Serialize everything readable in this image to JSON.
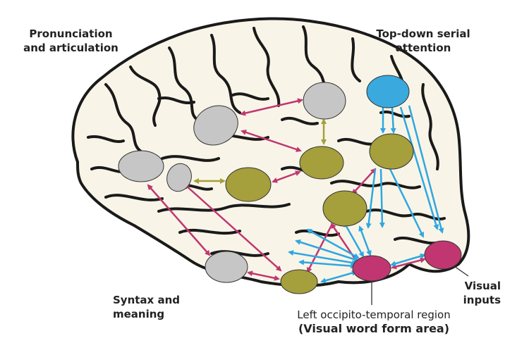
{
  "labels": {
    "pronunciation": [
      "Pronunciation",
      "and articulation"
    ],
    "topdown": [
      "Top-down serial",
      "attention"
    ],
    "syntax": [
      "Syntax and",
      "meaning"
    ],
    "visual_inputs": [
      "Visual",
      "inputs"
    ],
    "vwfa_region": "Left occipito-temporal region",
    "vwfa_name": "(Visual word form area)"
  },
  "colors": {
    "brain_fill": "#f8f5e8",
    "brain_line": "#1a1a1a",
    "gray_node": "#c6c6c6",
    "olive_node": "#a59f3c",
    "magenta_node": "#c13670",
    "blue_node": "#3aa9de",
    "magenta_arrow": "#c13670",
    "blue_arrow": "#2fa7e0",
    "olive_arrow": "#a59f3c"
  }
}
